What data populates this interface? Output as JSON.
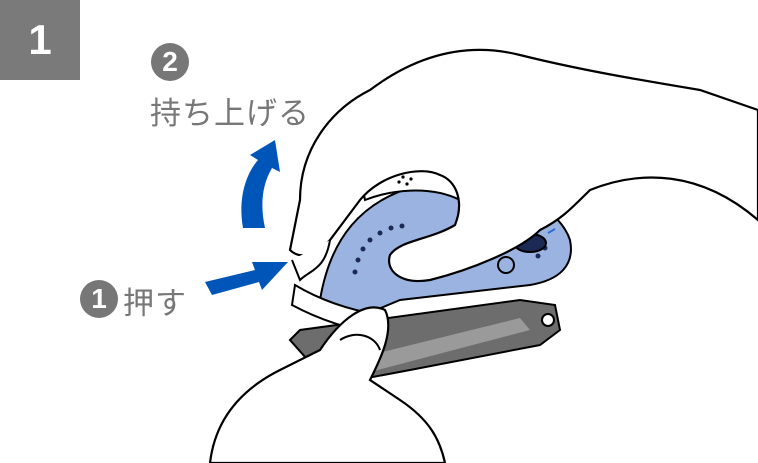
{
  "step_number": "1",
  "instructions": [
    {
      "number": "1",
      "text": "押す"
    },
    {
      "number": "2",
      "text": "持ち上げる"
    }
  ],
  "colors": {
    "arrow": "#0055B8",
    "device": "#9BB3E0",
    "badge": "#777777"
  }
}
